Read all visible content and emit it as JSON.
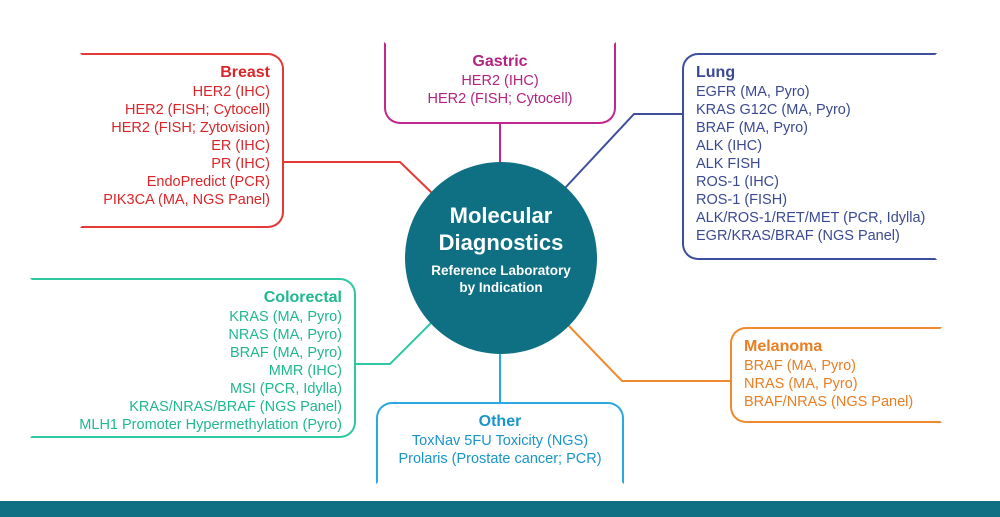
{
  "center": {
    "title_line1": "Molecular",
    "title_line2": "Diagnostics",
    "subtitle_line1": "Reference Laboratory",
    "subtitle_line2": "by Indication",
    "color": "#0e7082"
  },
  "boxes": {
    "breast": {
      "title": "Breast",
      "color": "#e53935",
      "items": [
        "HER2 (IHC)",
        "HER2 (FISH; Cytocell)",
        "HER2 (FISH; Zytovision)",
        "ER (IHC)",
        "PR (IHC)",
        "EndoPredict (PCR)",
        "PIK3CA (MA, NGS Panel)"
      ]
    },
    "gastric": {
      "title": "Gastric",
      "color": "#c2268f",
      "items": [
        "HER2 (IHC)",
        "HER2 (FISH; Cytocell)"
      ]
    },
    "lung": {
      "title": "Lung",
      "color": "#3d4f9c",
      "items": [
        "EGFR (MA, Pyro)",
        "KRAS G12C (MA, Pyro)",
        "BRAF (MA, Pyro)",
        "ALK (IHC)",
        "ALK FISH",
        "ROS-1 (IHC)",
        "ROS-1 (FISH)",
        "ALK/ROS-1/RET/MET (PCR, Idylla)",
        "EGR/KRAS/BRAF (NGS Panel)"
      ]
    },
    "colorectal": {
      "title": "Colorectal",
      "color": "#2ec9a3",
      "items": [
        "KRAS (MA, Pyro)",
        "NRAS (MA, Pyro)",
        "BRAF (MA, Pyro)",
        "MMR (IHC)",
        "MSI (PCR, Idylla)",
        "KRAS/NRAS/BRAF (NGS Panel)",
        "MLH1 Promoter Hypermethylation (Pyro)"
      ]
    },
    "melanoma": {
      "title": "Melanoma",
      "color": "#f08a2e",
      "items": [
        "BRAF (MA, Pyro)",
        "NRAS (MA, Pyro)",
        "BRAF/NRAS (NGS Panel)"
      ]
    },
    "other": {
      "title": "Other",
      "color": "#29a9e0",
      "items": [
        "ToxNav 5FU Toxicity (NGS)",
        "Prolaris (Prostate cancer; PCR)"
      ]
    }
  },
  "footer_color": "#0e7082"
}
